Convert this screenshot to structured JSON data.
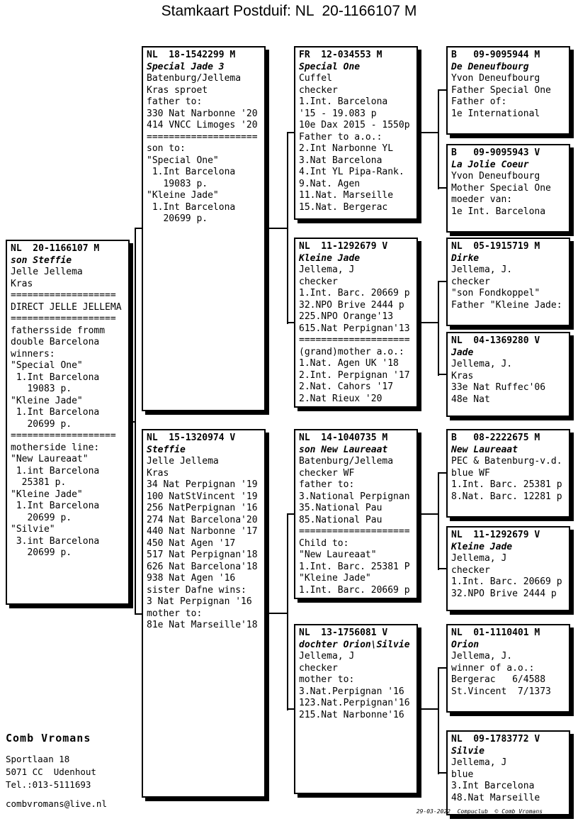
{
  "title": "Stamkaart Postduif: NL  20-1166107 M",
  "boxes": {
    "main": {
      "ring": "NL  20-1166107 M",
      "name": "son Steffie",
      "lines": [
        "Jelle Jellema",
        "Kras",
        "===================",
        "DIRECT JELLE JELLEMA",
        "===================",
        "fathersside fromm",
        "double Barcelona",
        "winners:",
        "\"Special One\"",
        " 1.Int Barcelona",
        "   19083 p.",
        "\"Kleine Jade\"",
        " 1.Int Barcelona",
        "   20699 p.",
        "===================",
        "motherside line:",
        "\"New Laureaat\"",
        " 1.int Barcelona",
        "  25381 p.",
        "\"Kleine Jade\"",
        " 1.Int Barcelona",
        "   20699 p.",
        "\"Silvie\"",
        " 3.int Barcelona",
        "   20699 p."
      ]
    },
    "father": {
      "ring": "NL  18-1542299 M",
      "name": "Special Jade 3",
      "lines": [
        "Batenburg/Jellema",
        "Kras sproet",
        "father to:",
        "330 Nat Narbonne '20",
        "414 VNCC Limoges '20",
        "====================",
        "son to:",
        "\"Special One\"",
        " 1.Int Barcelona",
        "   19083 p.",
        "\"Kleine Jade\"",
        " 1.Int Barcelona",
        "   20699 p."
      ]
    },
    "mother": {
      "ring": "NL  15-1320974 V",
      "name": "Steffie",
      "lines": [
        "Jelle Jellema",
        "Kras",
        "34 Nat Perpignan '19",
        "100 NatStVincent '19",
        "256 NatPerpignan '16",
        "274 Nat Barcelona'20",
        "440 Nat Narbonne '17",
        "450 Nat Agen '17",
        "517 Nat Perpignan'18",
        "626 Nat Barcelona'18",
        "938 Nat Agen '16",
        "sister Dafne wins:",
        "3 Nat Perpignan '16",
        "mother to:",
        "81e Nat Marseille'18"
      ]
    },
    "ff": {
      "ring": "FR  12-034553 M",
      "name": "Special One",
      "lines": [
        "Cuffel",
        "checker",
        "1.Int. Barcelona",
        "'15 - 19.083 p",
        "10e Dax 2015 - 1550p",
        "Father to a.o.:",
        "2.Int Narbonne YL",
        "3.Nat Barcelona",
        "4.Int YL Pipa-Rank.",
        "9.Nat. Agen",
        "11.Nat. Marseille",
        "15.Nat. Bergerac"
      ]
    },
    "fm": {
      "ring": "NL  11-1292679 V",
      "name": "Kleine Jade",
      "lines": [
        "Jellema, J",
        "checker",
        "1.Int. Barc. 20669 p",
        "32.NPO Brive 2444 p",
        "225.NPO Orange'13",
        "615.Nat Perpignan'13",
        "====================",
        "(grand)mother a.o.:",
        "1.Nat. Agen UK '18",
        "2.Int. Perpignan '17",
        "2.Nat. Cahors '17",
        "2.Nat Rieux '20"
      ]
    },
    "mf": {
      "ring": "NL  14-1040735 M",
      "name": "son New Laureaat",
      "lines": [
        "Batenburg/Jellema",
        "checker WF",
        "father to:",
        "3.National Perpignan",
        "35.National Pau",
        "85.National Pau",
        "====================",
        "Child to:",
        "\"New Laureaat\"",
        "1.Int. Barc. 25381 P",
        "\"Kleine Jade\"",
        "1.Int. Barc. 20669 p"
      ]
    },
    "mm": {
      "ring": "NL  13-1756081 V",
      "name": "dochter Orion\\Silvie",
      "lines": [
        "Jellema, J",
        "checker",
        "mother to:",
        "3.Nat.Perpignan '16",
        "123.Nat.Perpignan'16",
        "215.Nat Narbonne'16"
      ]
    },
    "fff": {
      "ring": "B   09-9095944 M",
      "name": "De Deneufbourg",
      "lines": [
        "Yvon Deneufbourg",
        "Father Special One",
        "Father of:",
        "1e International"
      ]
    },
    "ffm": {
      "ring": "B   09-9095943 V",
      "name": "La Jolie Coeur",
      "lines": [
        "Yvon Deneufbourg",
        "Mother Special One",
        "moeder van:",
        "1e Int. Barcelona"
      ]
    },
    "fmf": {
      "ring": "NL  05-1915719 M",
      "name": "Dirke",
      "lines": [
        "Jellema, J.",
        "checker",
        "\"son Fondkoppel\"",
        "Father \"Kleine Jade:"
      ]
    },
    "fmm": {
      "ring": "NL  04-1369280 V",
      "name": "Jade",
      "lines": [
        "Jellema, J.",
        "Kras",
        "33e Nat Ruffec'06",
        "48e Nat"
      ]
    },
    "mff": {
      "ring": "B   08-2222675 M",
      "name": "New Laureaat",
      "lines": [
        "PEC & Batenburg-v.d.",
        "blue WF",
        "1.Int. Barc. 25381 p",
        "8.Nat. Barc. 12281 p"
      ]
    },
    "mfm": {
      "ring": "NL  11-1292679 V",
      "name": "Kleine Jade",
      "lines": [
        "Jellema, J",
        "checker",
        "1.Int. Barc. 20669 p",
        "32.NPO Brive 2444 p"
      ]
    },
    "mmf": {
      "ring": "NL  01-1110401 M",
      "name": "Orion",
      "lines": [
        "Jellema, J.",
        "winner of a.o.:",
        "Bergerac   6/4588",
        "St.Vincent  7/1373"
      ]
    },
    "mmm": {
      "ring": "NL  09-1783772 V",
      "name": "Silvie",
      "lines": [
        "Jellema, J",
        "blue",
        "3.Int Barcelona",
        "48.Nat Marseille"
      ]
    }
  },
  "footer": {
    "owner": "Comb Vromans",
    "address_lines": [
      "Sportlaan 18",
      "5071 CC  Udenhout",
      "Tel.:013-5111693"
    ],
    "email": "combvromans@live.nl",
    "credit": "29-03-2022  Compuclub  © Comb Vromans"
  }
}
